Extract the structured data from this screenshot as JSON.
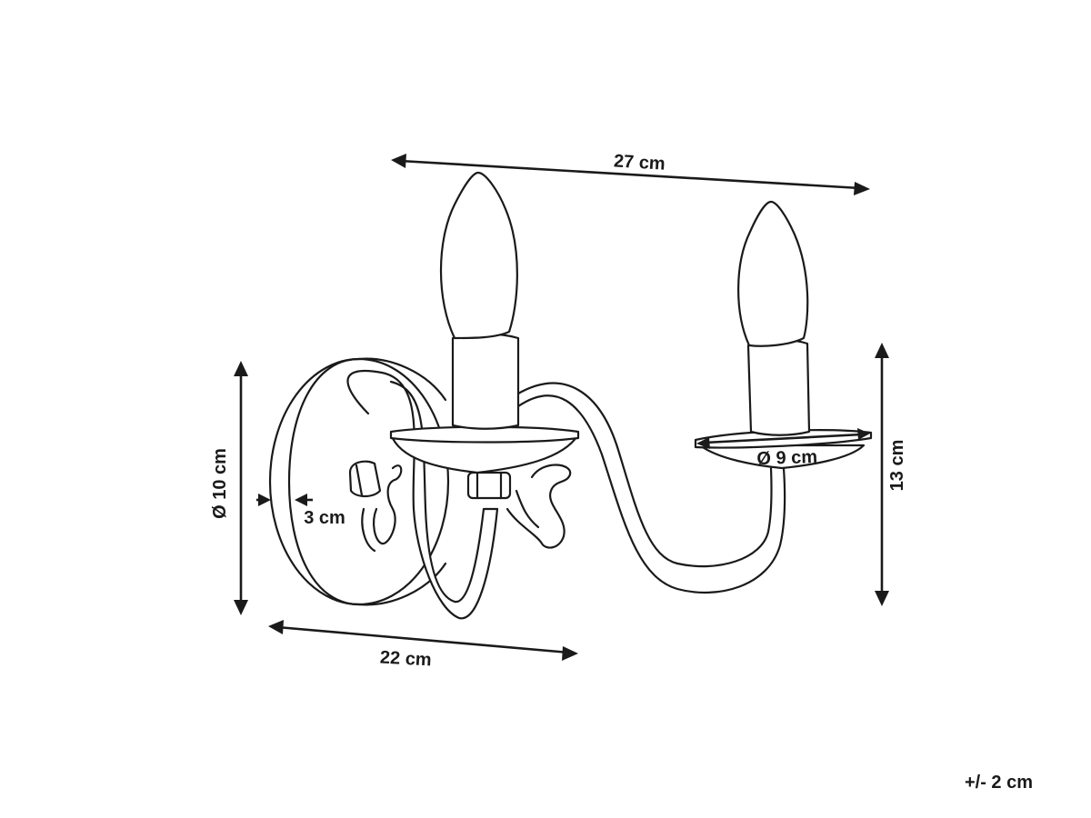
{
  "dimensions": {
    "total_width": "27 cm",
    "depth": "22 cm",
    "backplate_diameter": "Ø 10 cm",
    "backplate_thickness": "3 cm",
    "height": "13 cm",
    "dish_diameter": "Ø 9 cm"
  },
  "tolerance": "+/- 2 cm",
  "icons": [
    "wall-sconce-drawing"
  ]
}
